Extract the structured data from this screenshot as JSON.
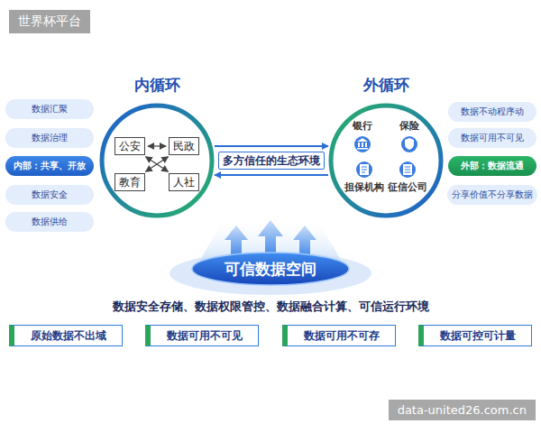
{
  "diagram": {
    "nodes": [
      {
        "text": [
          "数据汇聚"
        ]
      },
      {
        "text": [
          "数据治理"
        ]
      },
      {
        "text": [
          "内部：共享、开放"
        ]
      },
      {
        "text": [
          "数据安全"
        ]
      },
      {
        "text": [
          "数据供给"
        ]
      },
      {
        "text": [
          "内循环"
        ]
      },
      {
        "text": [
          "公安"
        ],
        "in": 5
      },
      {
        "text": [
          "民政"
        ],
        "in": 5
      },
      {
        "text": [
          "教育"
        ],
        "in": 5
      },
      {
        "text": [
          "人社"
        ],
        "in": 5
      },
      {
        "text": [
          "多方信任的生态环境"
        ]
      },
      {
        "text": [
          "外循环"
        ]
      },
      {
        "text": [
          "银行"
        ],
        "in": 11
      },
      {
        "text": [
          "保险"
        ],
        "in": 11
      },
      {
        "text": [
          "担保机构"
        ],
        "in": 11
      },
      {
        "text": [
          "征信公司"
        ],
        "in": 11
      },
      {
        "text": [
          "数据不动程序动"
        ]
      },
      {
        "text": [
          "数据可用不可见"
        ]
      },
      {
        "text": [
          "外部：数据流通"
        ]
      },
      {
        "text": [
          "分享价值不分享数据"
        ]
      },
      {
        "text": [
          "可信数据空间"
        ]
      },
      {
        "text": [
          "原始数据不出域"
        ]
      },
      {
        "text": [
          "数据可用不可见"
        ]
      },
      {
        "text": [
          "数据可用不可存"
        ]
      },
      {
        "text": [
          "数据可控可计量"
        ]
      }
    ],
    "edges": [
      {
        "from": 6,
        "to": 7,
        "arrow": "both"
      },
      {
        "from": 6,
        "to": 9,
        "arrow": "both"
      },
      {
        "from": 7,
        "to": 8,
        "arrow": "both"
      },
      {
        "from": 5,
        "to": 11,
        "arrow": "to"
      },
      {
        "from": 11,
        "to": 5,
        "arrow": "to"
      }
    ],
    "labels": [
      "世界杯平台",
      "数据安全存储、数据权限管控、数据融合计算、可信运行环境",
      "data-united26.com.cn"
    ]
  }
}
